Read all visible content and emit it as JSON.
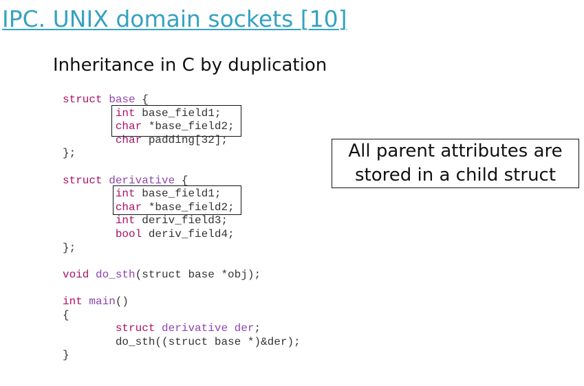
{
  "slide": {
    "title": "IPC. UNIX domain sockets [10]",
    "subtitle": "Inheritance in C by duplication",
    "callout": "All parent attributes are stored in a child struct"
  },
  "code": [
    [
      {
        "t": "struct",
        "c": "kw"
      },
      {
        "t": " "
      },
      {
        "t": "base",
        "c": "nm"
      },
      {
        "t": " {"
      }
    ],
    [
      {
        "t": "        "
      },
      {
        "t": "int",
        "c": "kw"
      },
      {
        "t": " base_field1;"
      }
    ],
    [
      {
        "t": "        "
      },
      {
        "t": "char",
        "c": "kw"
      },
      {
        "t": " *base_field2;"
      }
    ],
    [
      {
        "t": "        "
      },
      {
        "t": "char",
        "c": "kw"
      },
      {
        "t": " padding[32];"
      }
    ],
    [
      {
        "t": "};"
      }
    ],
    [],
    [
      {
        "t": "struct",
        "c": "kw"
      },
      {
        "t": " "
      },
      {
        "t": "derivative",
        "c": "nm"
      },
      {
        "t": " {"
      }
    ],
    [
      {
        "t": "        "
      },
      {
        "t": "int",
        "c": "kw"
      },
      {
        "t": " base_field1;"
      }
    ],
    [
      {
        "t": "        "
      },
      {
        "t": "char",
        "c": "kw"
      },
      {
        "t": " *base_field2;"
      }
    ],
    [
      {
        "t": "        "
      },
      {
        "t": "int",
        "c": "kw"
      },
      {
        "t": " deriv_field3;"
      }
    ],
    [
      {
        "t": "        "
      },
      {
        "t": "bool",
        "c": "kw"
      },
      {
        "t": " deriv_field4;"
      }
    ],
    [
      {
        "t": "};"
      }
    ],
    [],
    [
      {
        "t": "void",
        "c": "kw"
      },
      {
        "t": " "
      },
      {
        "t": "do_sth",
        "c": "nm"
      },
      {
        "t": "(struct base *obj);"
      }
    ],
    [],
    [
      {
        "t": "int",
        "c": "kw"
      },
      {
        "t": " "
      },
      {
        "t": "main",
        "c": "nm"
      },
      {
        "t": "()"
      }
    ],
    [
      {
        "t": "{"
      }
    ],
    [
      {
        "t": "        "
      },
      {
        "t": "struct",
        "c": "kw"
      },
      {
        "t": " "
      },
      {
        "t": "derivative",
        "c": "nm"
      },
      {
        "t": " "
      },
      {
        "t": "der",
        "c": "nm"
      },
      {
        "t": ";"
      }
    ],
    [
      {
        "t": "        do_sth((struct base *)&der);"
      }
    ],
    [
      {
        "t": "}"
      }
    ]
  ]
}
